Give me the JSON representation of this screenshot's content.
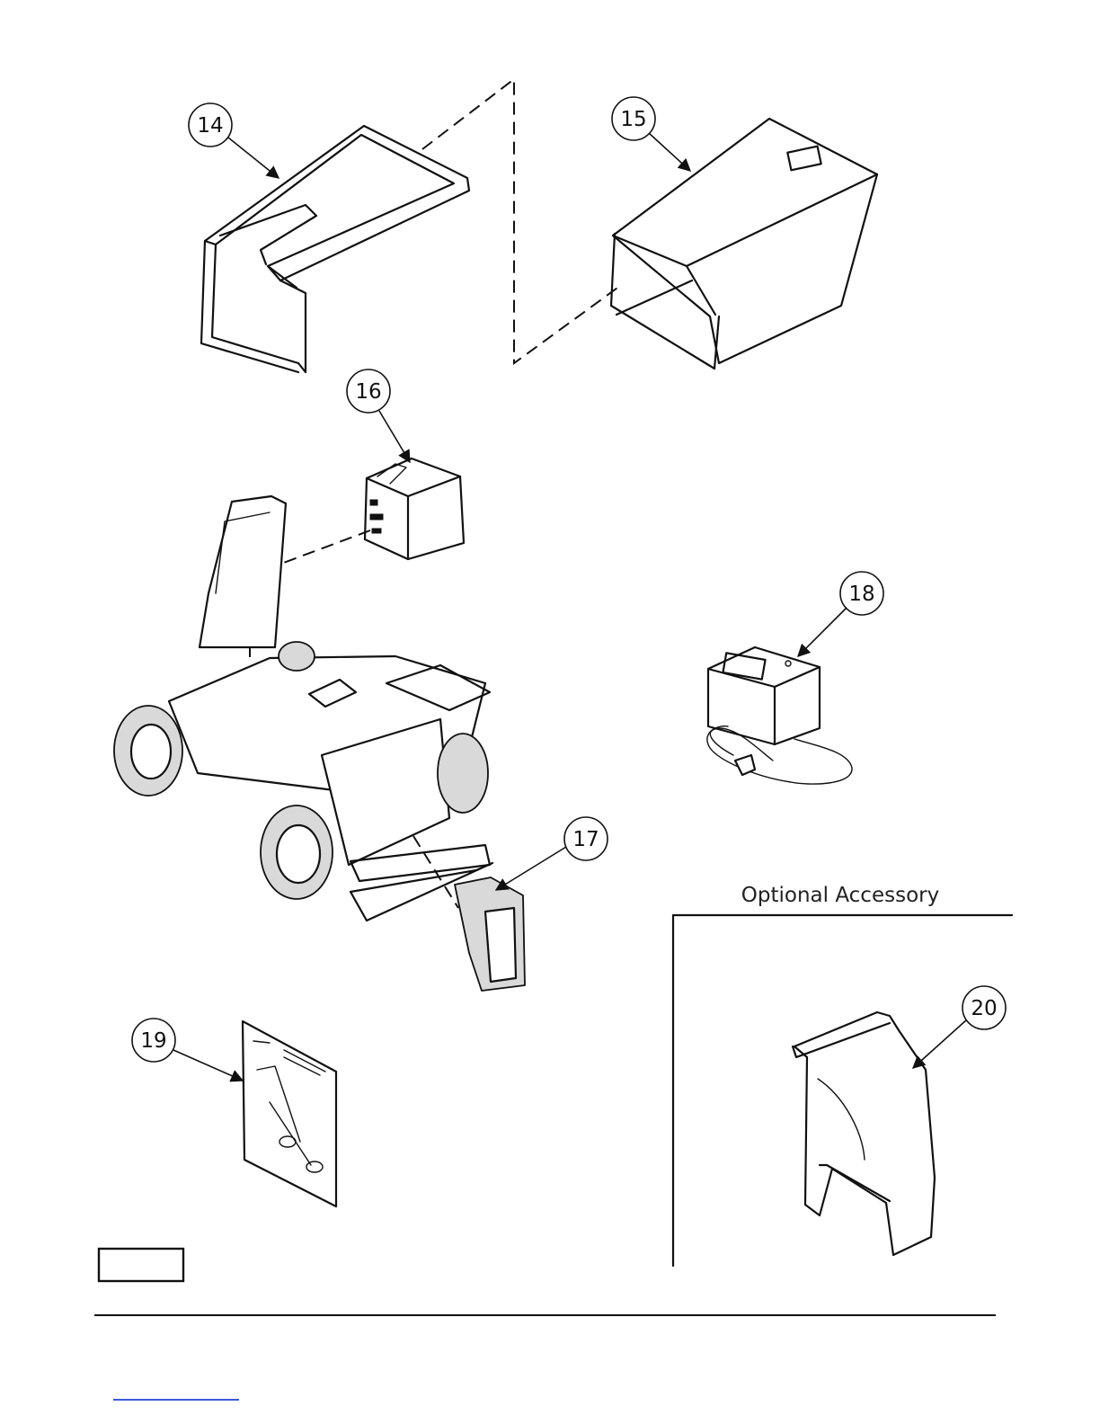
{
  "callouts": [
    {
      "id": "14",
      "label": "14",
      "part": "grass-bag-frame"
    },
    {
      "id": "15",
      "label": "15",
      "part": "grass-bag"
    },
    {
      "id": "16",
      "label": "16",
      "part": "battery"
    },
    {
      "id": "17",
      "label": "17",
      "part": "discharge-chute"
    },
    {
      "id": "18",
      "label": "18",
      "part": "charger"
    },
    {
      "id": "19",
      "label": "19",
      "part": "operator-manual"
    },
    {
      "id": "20",
      "label": "20",
      "part": "optional-chute"
    }
  ],
  "optional_caption": "Optional Accessory",
  "footer": {
    "part_box_text": "",
    "link_text": ""
  }
}
